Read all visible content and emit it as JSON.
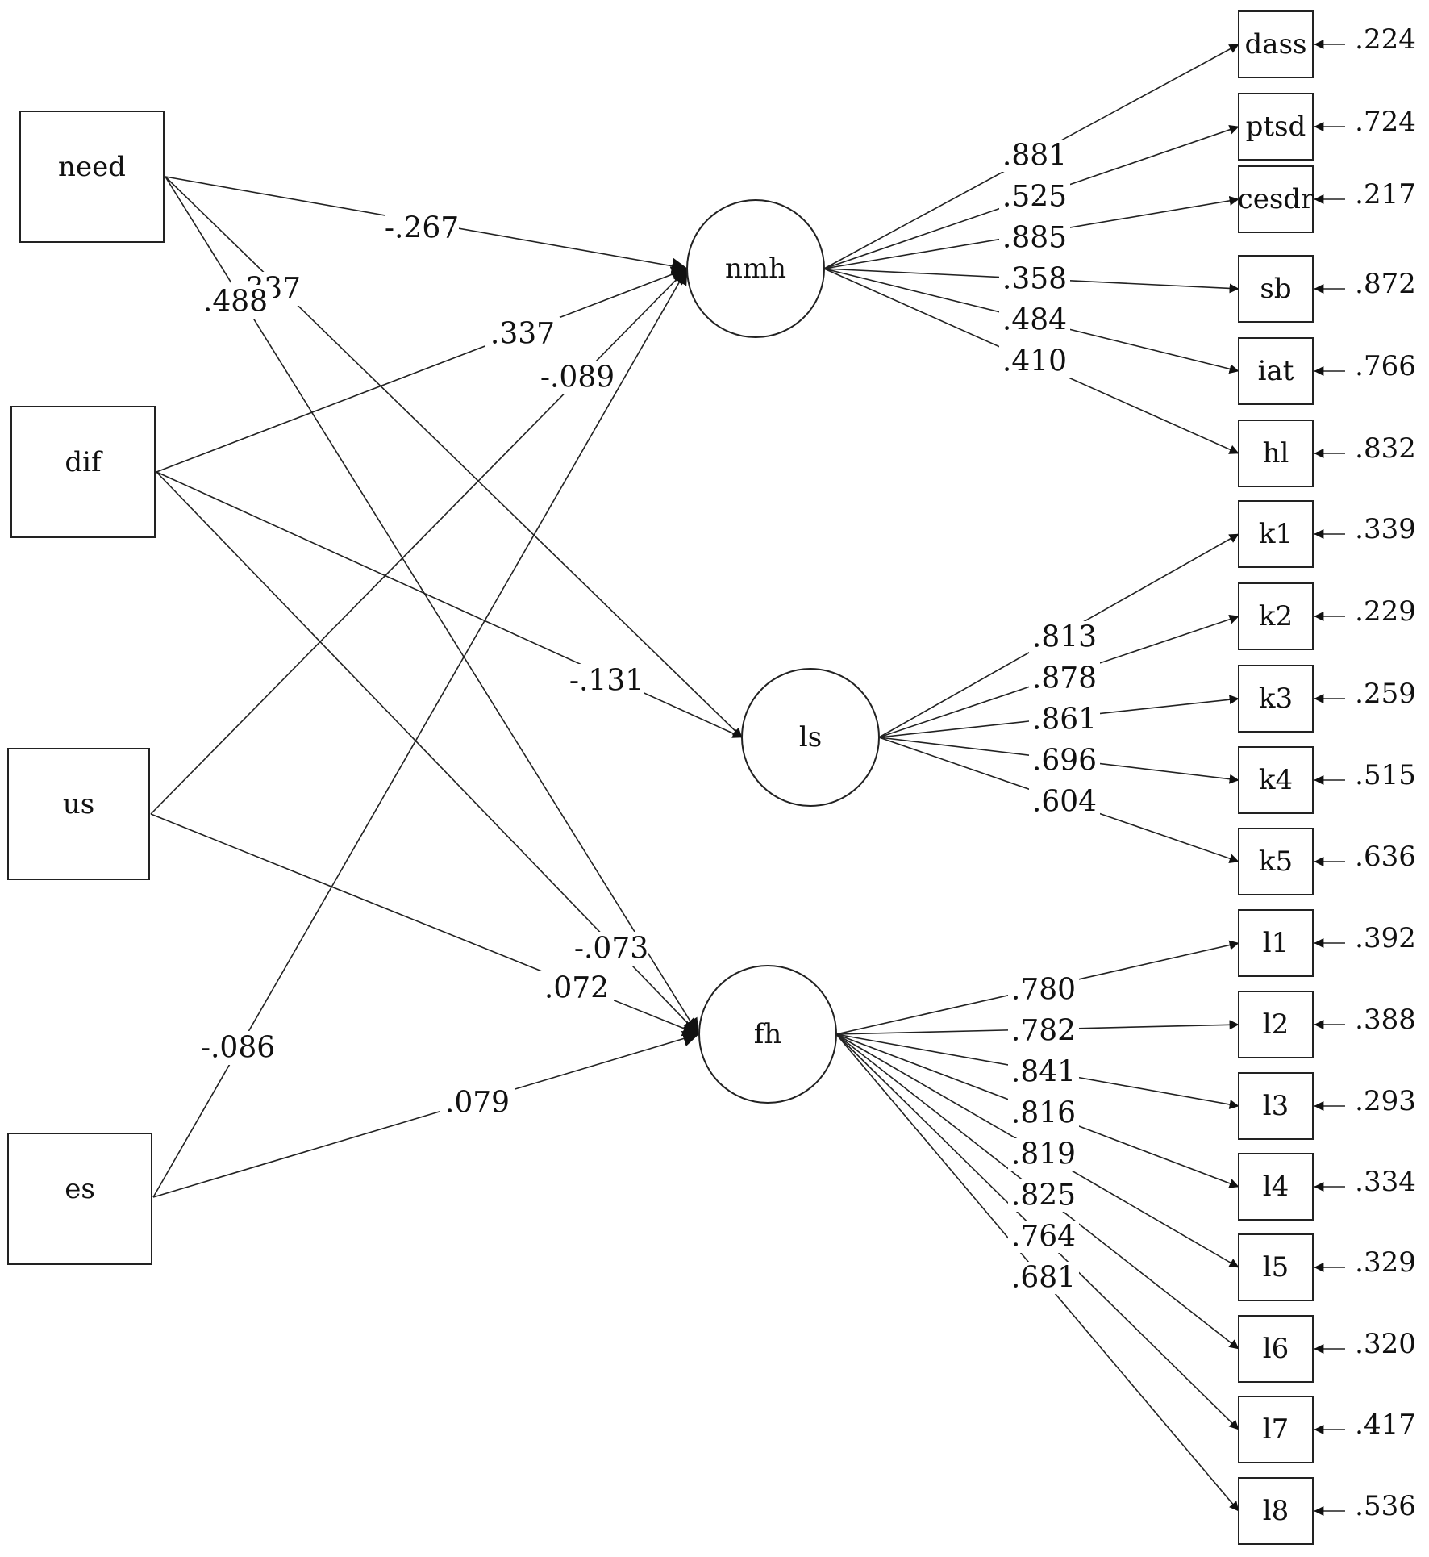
{
  "exogenous": [
    {
      "id": "need",
      "label": "need"
    },
    {
      "id": "dif",
      "label": "dif"
    },
    {
      "id": "us",
      "label": "us"
    },
    {
      "id": "es",
      "label": "es"
    }
  ],
  "latents": [
    {
      "id": "nmh",
      "label": "nmh"
    },
    {
      "id": "ls",
      "label": "ls"
    },
    {
      "id": "fh",
      "label": "fh"
    }
  ],
  "indicators": [
    {
      "id": "dass",
      "label": "dass",
      "loading": ".881",
      "error": ".224"
    },
    {
      "id": "ptsd",
      "label": "ptsd",
      "loading": ".525",
      "error": ".724"
    },
    {
      "id": "cesdr",
      "label": "cesdr",
      "loading": ".885",
      "error": ".217"
    },
    {
      "id": "sb",
      "label": "sb",
      "loading": ".358",
      "error": ".872"
    },
    {
      "id": "iat",
      "label": "iat",
      "loading": ".484",
      "error": ".766"
    },
    {
      "id": "hl",
      "label": "hl",
      "loading": ".410",
      "error": ".832"
    },
    {
      "id": "k1",
      "label": "k1",
      "loading": ".813",
      "error": ".339"
    },
    {
      "id": "k2",
      "label": "k2",
      "loading": ".878",
      "error": ".229"
    },
    {
      "id": "k3",
      "label": "k3",
      "loading": ".861",
      "error": ".259"
    },
    {
      "id": "k4",
      "label": "k4",
      "loading": ".696",
      "error": ".515"
    },
    {
      "id": "k5",
      "label": "k5",
      "loading": ".604",
      "error": ".636"
    },
    {
      "id": "l1",
      "label": "l1",
      "loading": ".780",
      "error": ".392"
    },
    {
      "id": "l2",
      "label": "l2",
      "loading": ".782",
      "error": ".388"
    },
    {
      "id": "l3",
      "label": "l3",
      "loading": ".841",
      "error": ".293"
    },
    {
      "id": "l4",
      "label": "l4",
      "loading": ".816",
      "error": ".334"
    },
    {
      "id": "l5",
      "label": "l5",
      "loading": ".819",
      "error": ".329"
    },
    {
      "id": "l6",
      "label": "l6",
      "loading": ".825",
      "error": ".320"
    },
    {
      "id": "l7",
      "label": "l7",
      "loading": ".764",
      "error": ".417"
    },
    {
      "id": "l8",
      "label": "l8",
      "loading": ".681",
      "error": ".536"
    }
  ],
  "structural_paths": [
    {
      "from": "need",
      "to": "nmh",
      "coef": "-.267"
    },
    {
      "from": "need",
      "to": "ls",
      "coef": ".337"
    },
    {
      "from": "need",
      "to": "fh",
      "coef": ".488"
    },
    {
      "from": "dif",
      "to": "nmh",
      "coef": ".337"
    },
    {
      "from": "dif",
      "to": "ls",
      "coef": "-.131"
    },
    {
      "from": "dif",
      "to": "fh",
      "coef": "-.073"
    },
    {
      "from": "us",
      "to": "nmh",
      "coef": "-.089"
    },
    {
      "from": "us",
      "to": "fh",
      "coef": ".072"
    },
    {
      "from": "es",
      "to": "nmh",
      "coef": "-.086"
    },
    {
      "from": "es",
      "to": "fh",
      "coef": ".079"
    }
  ]
}
